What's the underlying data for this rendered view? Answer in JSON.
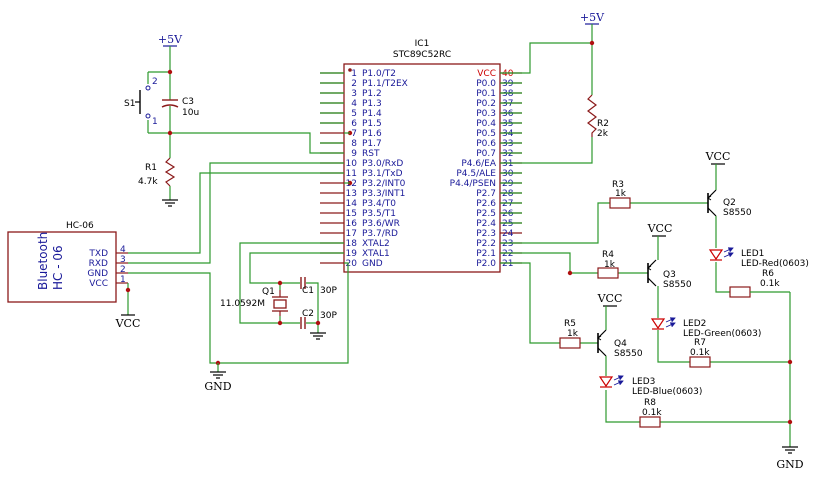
{
  "ic": {
    "ref": "IC1",
    "part": "STC89C52RC",
    "left_pins": [
      {
        "num": "1",
        "name": "P1.0/T2"
      },
      {
        "num": "2",
        "name": "P1.1/T2EX"
      },
      {
        "num": "3",
        "name": "P1.2"
      },
      {
        "num": "4",
        "name": "P1.3"
      },
      {
        "num": "5",
        "name": "P1.4"
      },
      {
        "num": "6",
        "name": "P1.5"
      },
      {
        "num": "7",
        "name": "P1.6"
      },
      {
        "num": "8",
        "name": "P1.7"
      },
      {
        "num": "9",
        "name": "RST"
      },
      {
        "num": "10",
        "name": "P3.0/RxD"
      },
      {
        "num": "11",
        "name": "P3.1/TxD"
      },
      {
        "num": "12",
        "name": "P3.2/INT0"
      },
      {
        "num": "13",
        "name": "P3.3/INT1"
      },
      {
        "num": "14",
        "name": "P3.4/T0"
      },
      {
        "num": "15",
        "name": "P3.5/T1"
      },
      {
        "num": "16",
        "name": "P3.6/WR"
      },
      {
        "num": "17",
        "name": "P3.7/RD"
      },
      {
        "num": "18",
        "name": "XTAL2"
      },
      {
        "num": "19",
        "name": "XTAL1"
      },
      {
        "num": "20",
        "name": "GND"
      }
    ],
    "right_pins": [
      {
        "num": "40",
        "name": "VCC"
      },
      {
        "num": "39",
        "name": "P0.0"
      },
      {
        "num": "38",
        "name": "P0.1"
      },
      {
        "num": "37",
        "name": "P0.2"
      },
      {
        "num": "36",
        "name": "P0.3"
      },
      {
        "num": "35",
        "name": "P0.4"
      },
      {
        "num": "34",
        "name": "P0.5"
      },
      {
        "num": "33",
        "name": "P0.6"
      },
      {
        "num": "32",
        "name": "P0.7"
      },
      {
        "num": "31",
        "name": "P4.6/EA"
      },
      {
        "num": "30",
        "name": "P4.5/ALE"
      },
      {
        "num": "29",
        "name": "P4.4/PSEN"
      },
      {
        "num": "28",
        "name": "P2.7"
      },
      {
        "num": "27",
        "name": "P2.6"
      },
      {
        "num": "26",
        "name": "P2.5"
      },
      {
        "num": "25",
        "name": "P2.4"
      },
      {
        "num": "24",
        "name": "P2.3"
      },
      {
        "num": "23",
        "name": "P2.2"
      },
      {
        "num": "22",
        "name": "P2.1"
      },
      {
        "num": "21",
        "name": "P2.0"
      }
    ]
  },
  "power": {
    "vplus": "+5V",
    "vcc": "VCC",
    "gnd": "GND"
  },
  "s1": {
    "ref": "S1",
    "pin1": "1",
    "pin2": "2"
  },
  "c3": {
    "ref": "C3",
    "value": "10u"
  },
  "r1": {
    "ref": "R1",
    "value": "4.7k"
  },
  "r2": {
    "ref": "R2",
    "value": "2k"
  },
  "bt": {
    "ref": "HC-06",
    "body": "Bluetooth",
    "body2": "HC - 06",
    "pins": [
      {
        "num": "4",
        "name": "TXD"
      },
      {
        "num": "3",
        "name": "RXD"
      },
      {
        "num": "2",
        "name": "GND"
      },
      {
        "num": "1",
        "name": "VCC"
      }
    ]
  },
  "q1": {
    "ref": "Q1",
    "value": "11.0592M"
  },
  "c1": {
    "ref": "C1",
    "value": "30P"
  },
  "c2": {
    "ref": "C2",
    "value": "30P"
  },
  "r3": {
    "ref": "R3",
    "value": "1k"
  },
  "r4": {
    "ref": "R4",
    "value": "1k"
  },
  "r5": {
    "ref": "R5",
    "value": "1k"
  },
  "r6": {
    "ref": "R6",
    "value": "0.1k"
  },
  "r7": {
    "ref": "R7",
    "value": "0.1k"
  },
  "r8": {
    "ref": "R8",
    "value": "0.1k"
  },
  "q2": {
    "ref": "Q2",
    "part": "S8550"
  },
  "q3": {
    "ref": "Q3",
    "part": "S8550"
  },
  "q4": {
    "ref": "Q4",
    "part": "S8550"
  },
  "led1": {
    "ref": "LED1",
    "part": "LED-Red(0603)"
  },
  "led2": {
    "ref": "LED2",
    "part": "LED-Green(0603)"
  },
  "led3": {
    "ref": "LED3",
    "part": "LED-Blue(0603)"
  }
}
